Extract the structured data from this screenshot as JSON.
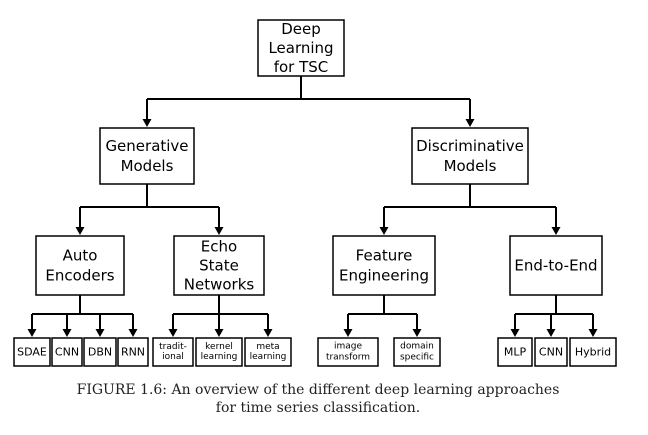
{
  "diagram": {
    "nodes": [
      {
        "id": "root",
        "lines": [
          "Deep",
          "Learning",
          "for TSC"
        ]
      },
      {
        "id": "generative",
        "lines": [
          "Generative",
          "Models"
        ]
      },
      {
        "id": "discriminative",
        "lines": [
          "Discriminative",
          "Models"
        ]
      },
      {
        "id": "autoencoders",
        "lines": [
          "Auto",
          "Encoders"
        ]
      },
      {
        "id": "esn",
        "lines": [
          "Echo",
          "State",
          "Networks"
        ]
      },
      {
        "id": "feature-engineering",
        "lines": [
          "Feature",
          "Engineering"
        ]
      },
      {
        "id": "end-to-end",
        "lines": [
          "End-to-End"
        ]
      },
      {
        "id": "sdae",
        "lines": [
          "SDAE"
        ]
      },
      {
        "id": "cnn-ae",
        "lines": [
          "CNN"
        ]
      },
      {
        "id": "dbn",
        "lines": [
          "DBN"
        ]
      },
      {
        "id": "rnn",
        "lines": [
          "RNN"
        ]
      },
      {
        "id": "traditional",
        "lines": [
          "tradit-",
          "ional"
        ]
      },
      {
        "id": "kernel-learning",
        "lines": [
          "kernel",
          "learning"
        ]
      },
      {
        "id": "meta-learning",
        "lines": [
          "meta",
          "learning"
        ]
      },
      {
        "id": "image-transform",
        "lines": [
          "image",
          "transform"
        ]
      },
      {
        "id": "domain-specific",
        "lines": [
          "domain",
          "specific"
        ]
      },
      {
        "id": "mlp",
        "lines": [
          "MLP"
        ]
      },
      {
        "id": "cnn-e2e",
        "lines": [
          "CNN"
        ]
      },
      {
        "id": "hybrid",
        "lines": [
          "Hybrid"
        ]
      }
    ],
    "edges": [
      {
        "from": "root",
        "to": [
          "generative",
          "discriminative"
        ]
      },
      {
        "from": "generative",
        "to": [
          "autoencoders",
          "esn"
        ]
      },
      {
        "from": "discriminative",
        "to": [
          "feature-engineering",
          "end-to-end"
        ]
      },
      {
        "from": "autoencoders",
        "to": [
          "sdae",
          "cnn-ae",
          "dbn",
          "rnn"
        ]
      },
      {
        "from": "esn",
        "to": [
          "traditional",
          "kernel-learning",
          "meta-learning"
        ]
      },
      {
        "from": "feature-engineering",
        "to": [
          "image-transform",
          "domain-specific"
        ]
      },
      {
        "from": "end-to-end",
        "to": [
          "mlp",
          "cnn-e2e",
          "hybrid"
        ]
      }
    ]
  },
  "caption": {
    "line1": "FIGURE 1.6: An overview of the different deep learning approaches",
    "line2": "for time series classification."
  }
}
